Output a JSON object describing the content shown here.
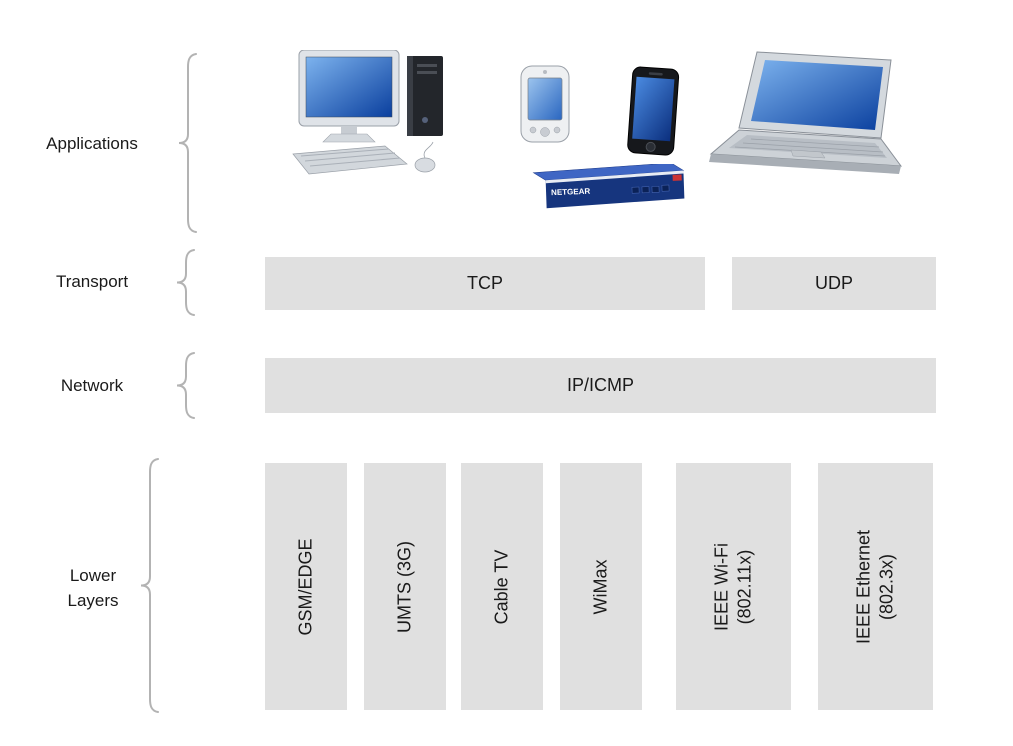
{
  "title": "TCP/IP protocol stack diagram",
  "colors": {
    "box_bg": "#e0e0e0",
    "box_text": "#1a1a1a",
    "brace": "#b3b3b3",
    "screen_blue": "#0d3f9e",
    "router_blue": "#16357e"
  },
  "layers": {
    "applications": {
      "label": "Applications"
    },
    "transport": {
      "label": "Transport",
      "tcp": "TCP",
      "udp": "UDP"
    },
    "network": {
      "label": "Network",
      "ip": "IP/ICMP"
    },
    "lower": {
      "label": "Lower Layers",
      "boxes": [
        {
          "label": "GSM/EDGE"
        },
        {
          "label": "UMTS (3G)"
        },
        {
          "label": "Cable TV"
        },
        {
          "label": "WiMax"
        },
        {
          "label": "IEEE Wi-Fi (802.11x)"
        },
        {
          "label": "IEEE Ethernet (802.3x)"
        }
      ]
    }
  },
  "devices": {
    "desktop": "desktop-computer",
    "pda": "pda-handheld",
    "smartphone": "smartphone",
    "router": "router",
    "router_brand": "NETGEAR",
    "laptop": "laptop"
  }
}
